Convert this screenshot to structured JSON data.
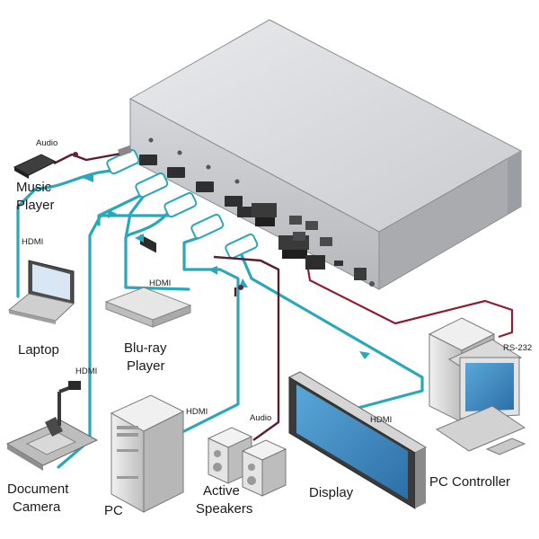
{
  "labels": {
    "music_player": [
      "Music",
      "Player"
    ],
    "audio_top": "Audio",
    "hdmi_laptop": "HDMI",
    "laptop": "Laptop",
    "hdmi_bluray": "HDMI",
    "bluray": [
      "Blu-ray",
      "Player"
    ],
    "hdmi_camera": "HDMI",
    "document_camera": [
      "Document",
      "Camera"
    ],
    "hdmi_pc": "HDMI",
    "pc": "PC",
    "audio_speakers": "Audio",
    "active_speakers": [
      "Active",
      "Speakers"
    ],
    "display": "Display",
    "hdmi_display": "HDMI",
    "rs232": "RS-232",
    "pc_controller": "PC Controller"
  },
  "colors": {
    "hdmi_cable": "#2aa7b8",
    "audio_cable": "#5a1f2e",
    "rs232_cable": "#8a1f33",
    "switcher_body": "#d9dadc"
  }
}
